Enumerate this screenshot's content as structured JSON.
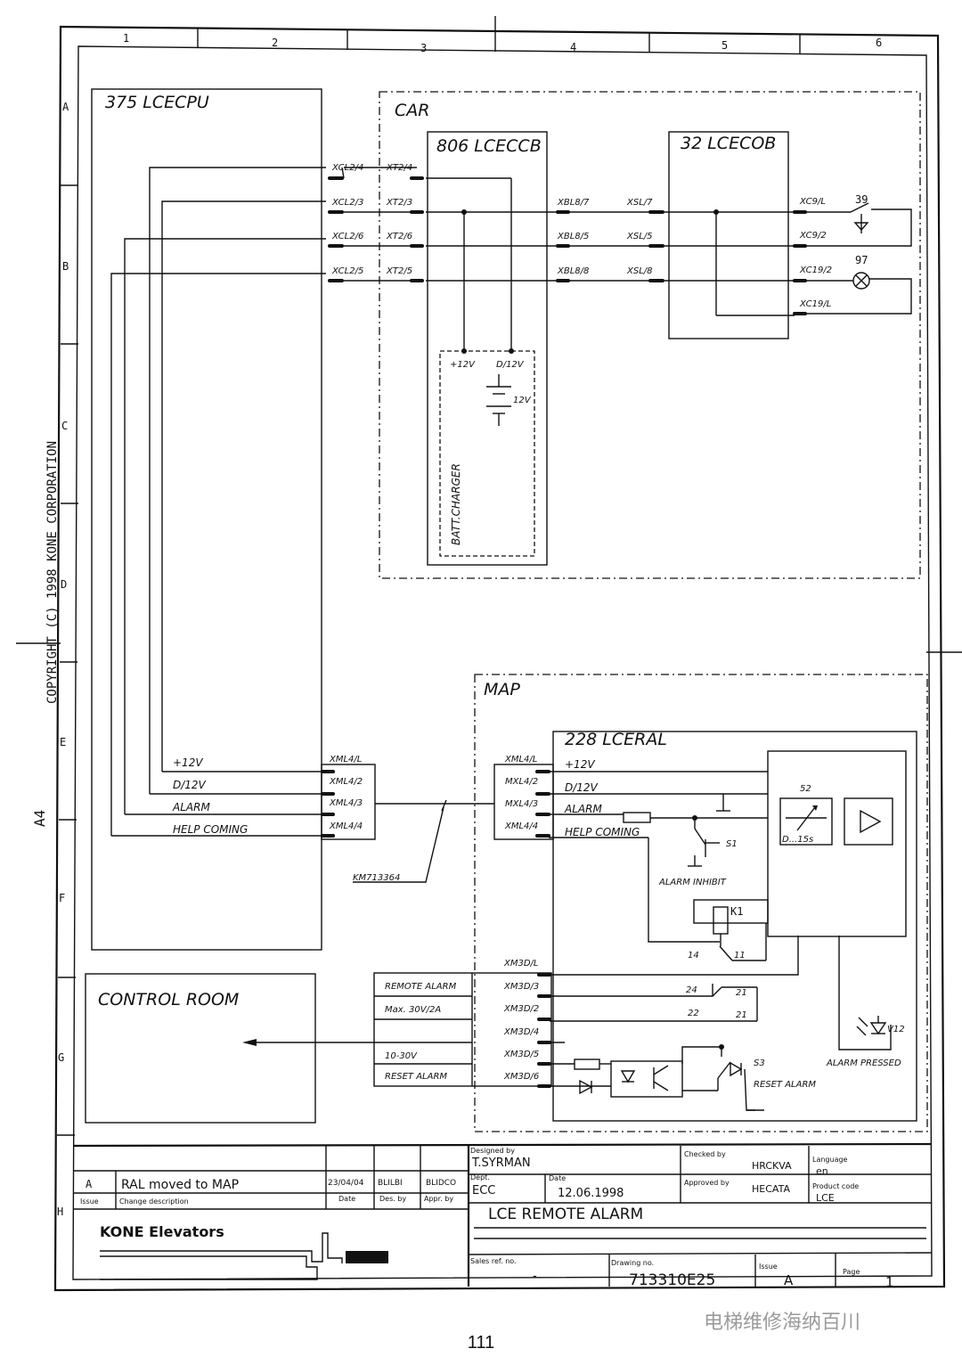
{
  "columns": [
    "1",
    "2",
    "3",
    "4",
    "5",
    "6"
  ],
  "rows": [
    "A",
    "B",
    "C",
    "D",
    "E",
    "F",
    "G",
    "H"
  ],
  "copyright": "COPYRIGHT (C) 1998 KONE CORPORATION",
  "sheet_size": "A4",
  "blocks": {
    "cpu": "375 LCECPU",
    "car": "CAR",
    "ccb": "806 LCECCB",
    "cob": "32 LCECOB",
    "map": "MAP",
    "eral": "228 LCERAL",
    "control_room": "CONTROL ROOM",
    "batt_charger": "BATT.CHARGER"
  },
  "connectors": {
    "xcl": [
      "XCL2/4",
      "XCL2/3",
      "XCL2/6",
      "XCL2/5"
    ],
    "xt": [
      "XT2/4",
      "XT2/3",
      "XT2/6",
      "XT2/5"
    ],
    "xbl": [
      "XBL8/7",
      "XBL8/5",
      "XBL8/8"
    ],
    "xsl": [
      "XSL/7",
      "XSL/5",
      "XSL/8"
    ],
    "xc": [
      "XC9/L",
      "XC9/2",
      "XC19/2",
      "XC19/L"
    ],
    "xml_left": [
      "XML4/L",
      "XML4/2",
      "XML4/3",
      "XML4/4"
    ],
    "xml_right": [
      "XML4/L",
      "MXL4/2",
      "MXL4/3",
      "XML4/4"
    ],
    "xm3d": [
      "XM3D/L",
      "XM3D/3",
      "XM3D/2",
      "XM3D/4",
      "XM3D/5",
      "XM3D/6"
    ]
  },
  "signals": {
    "left": [
      "+12V",
      "D/12V",
      "ALARM",
      "HELP COMING"
    ],
    "right": [
      "+12V",
      "D/12V",
      "ALARM",
      "HELP COMING"
    ],
    "batt_plus": "+12V",
    "batt_zero": "D/12V",
    "batt_voltage": "12V"
  },
  "components": {
    "c39": "39",
    "c97": "97",
    "c52": "52",
    "range": "D...15s",
    "s1": "S1",
    "alarm_inhibit": "ALARM INHIBIT",
    "k1": "K1",
    "c14": "14",
    "c11": "11",
    "c24": "24",
    "c21a": "21",
    "c22": "22",
    "c21b": "21",
    "v12": "V12",
    "alarm_pressed": "ALARM PRESSED",
    "s3": "S3",
    "reset_alarm_contact": "RESET ALARM",
    "cable": "KM713364"
  },
  "control_room_labels": [
    "REMOTE ALARM",
    "Max. 30V/2A",
    "",
    "10-30V",
    "RESET ALARM"
  ],
  "title_block": {
    "issue_letter": "A",
    "change": "RAL moved to MAP",
    "date_val": "23/04/04",
    "des_by_val": "BLILBI",
    "appr_by_val": "BLIDCO",
    "issue_hdr": "Issue",
    "change_hdr": "Change description",
    "date_hdr": "Date",
    "des_hdr": "Des. by",
    "appr_hdr": "Appr. by",
    "designed_by_hdr": "Designed by",
    "designed_by": "T.SYRMAN",
    "dept_hdr": "Dept.",
    "dept": "ECC",
    "date2_hdr": "Date",
    "date2": "12.06.1998",
    "checked_hdr": "Checked by",
    "checked": "HRCKVA",
    "approved_hdr": "Approved by",
    "approved": "HECATA",
    "language_hdr": "Language",
    "language": "en",
    "product_hdr": "Product code",
    "product": "LCE",
    "title": "LCE REMOTE ALARM",
    "sales_hdr": "Sales ref. no.",
    "sales": "-",
    "drawing_hdr": "Drawing no.",
    "drawing": "713310E25",
    "issue2_hdr": "Issue",
    "issue2": "A",
    "page_hdr": "Page",
    "page": "1",
    "company": "KONE Elevators"
  },
  "page_number": "111",
  "watermark": "电梯维修海纳百川"
}
